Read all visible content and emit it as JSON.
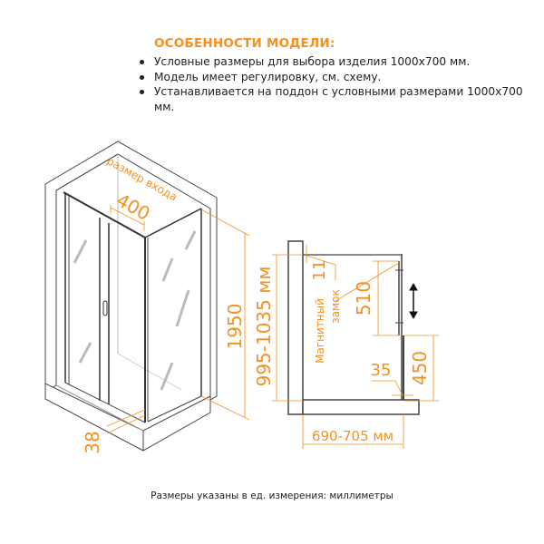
{
  "features": {
    "title": "ОСОБЕННОСТИ МОДЕЛИ:",
    "items": [
      "Условные размеры для выбора изделия 1000x700 мм.",
      "Модель имеет регулировку, см. схему.",
      "Устанавливается на поддон с условными размерами 1000x700 мм."
    ]
  },
  "iso_drawing": {
    "entry_label": "размер входа",
    "entry_width": "400",
    "height": "1950",
    "width_range": "995-1035 мм",
    "tray_offset": "38"
  },
  "side_drawing": {
    "top_gap": "11",
    "magnet_lock_label": "Магнитный замок",
    "magnet_lock_line1": "Магнитный",
    "magnet_lock_line2": "замок",
    "upper_height": "510",
    "lower_height": "450",
    "offset": "35",
    "depth_range": "690-705 мм"
  },
  "footer": "Размеры указаны в ед. измерения: миллиметры",
  "colors": {
    "accent": "#f7901e",
    "line": "#333333"
  }
}
